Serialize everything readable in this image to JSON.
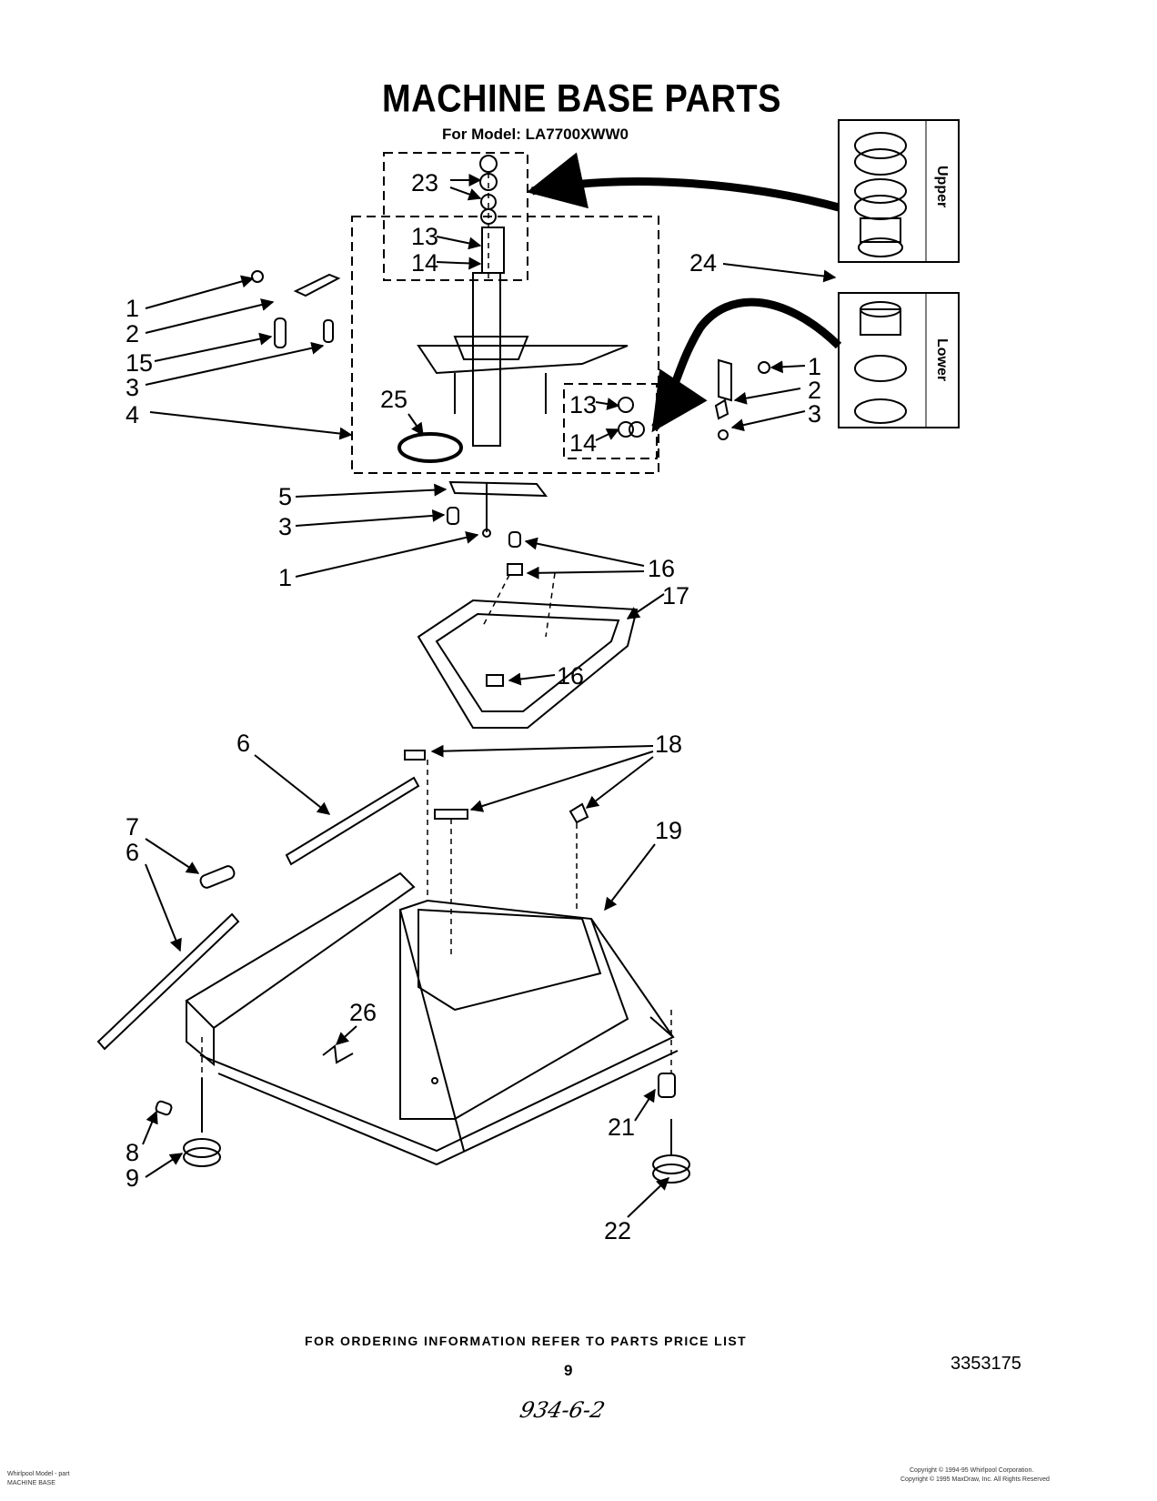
{
  "title": "MACHINE BASE PARTS",
  "model_line": "For Model: LA7700XWW0",
  "inset_labels": {
    "upper": "Upper",
    "lower": "Lower"
  },
  "callouts": {
    "c23": "23",
    "c13a": "13",
    "c14a": "14",
    "c24": "24",
    "c1a": "1",
    "c2a": "2",
    "c15": "15",
    "c3a": "3",
    "c4": "4",
    "c25": "25",
    "c13b": "13",
    "c14b": "14",
    "c1b": "1",
    "c2b": "2",
    "c3b": "3",
    "c5": "5",
    "c3c": "3",
    "c1c": "1",
    "c16a": "16",
    "c17": "17",
    "c16b": "16",
    "c6a": "6",
    "c18": "18",
    "c7": "7",
    "c6b": "6",
    "c19": "19",
    "c26": "26",
    "c8": "8",
    "c9": "9",
    "c21": "21",
    "c22": "22"
  },
  "footer": {
    "ordering_note": "FOR ORDERING INFORMATION REFER TO PARTS PRICE LIST",
    "page_number": "9",
    "document_number": "3353175",
    "handwritten_note": "934-6-2",
    "left_tiny_1": "Whirlpool Model - part",
    "left_tiny_2": "MACHINE BASE",
    "copyright_1": "Copyright © 1994-95 Whirlpool Corporation.",
    "copyright_2": "Copyright © 1995 MaxDraw, Inc. All Rights Reserved"
  }
}
